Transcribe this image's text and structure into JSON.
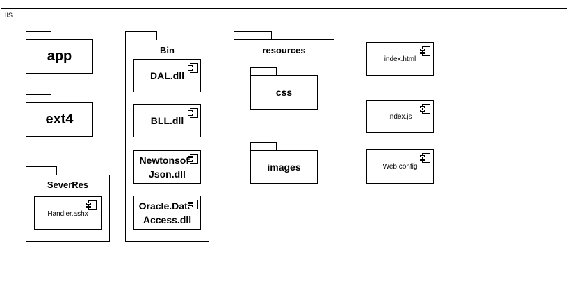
{
  "frame": {
    "title": "IIS"
  },
  "packages": {
    "app": {
      "label": "app"
    },
    "ext4": {
      "label": "ext4"
    },
    "severres": {
      "label": "SeverRes",
      "component": "Handler.ashx"
    },
    "bin": {
      "label": "Bin",
      "components": [
        "DAL.dll",
        "BLL.dll",
        "Newtonsoft.\nJson.dll",
        "Oracle.Data.\nAccess.dll"
      ]
    },
    "resources": {
      "label": "resources",
      "css": "css",
      "images": "images"
    }
  },
  "files": [
    "index.html",
    "index.js",
    "Web.config"
  ]
}
